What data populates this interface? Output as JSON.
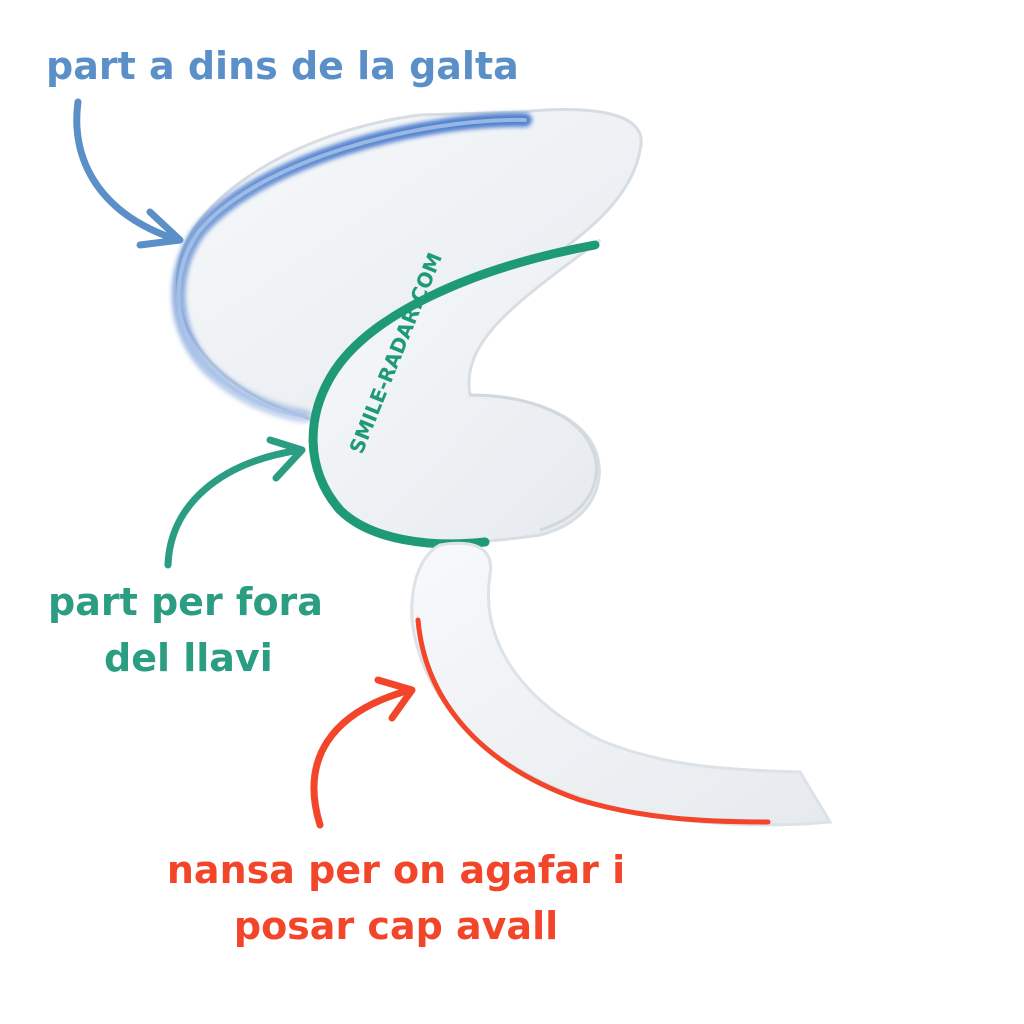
{
  "colors": {
    "cheek": "#5b8fc7",
    "lip": "#2a9d82",
    "handle": "#f2452a",
    "plastic": "#eef1f4",
    "plastic_edge": "#d9dee4",
    "blue_band": "#3f74c9"
  },
  "labels": {
    "cheek": {
      "line1": "part a dins de la galta"
    },
    "lip": {
      "line1": "part per fora",
      "line2": "del llavi"
    },
    "handle": {
      "line1": "nansa per on agafar i",
      "line2": "posar cap avall"
    }
  },
  "product": {
    "brand_text": "SMILE-RADAR.COM"
  },
  "icons": [
    "cheek-arrow-icon",
    "lip-arrow-icon",
    "handle-arrow-icon"
  ]
}
